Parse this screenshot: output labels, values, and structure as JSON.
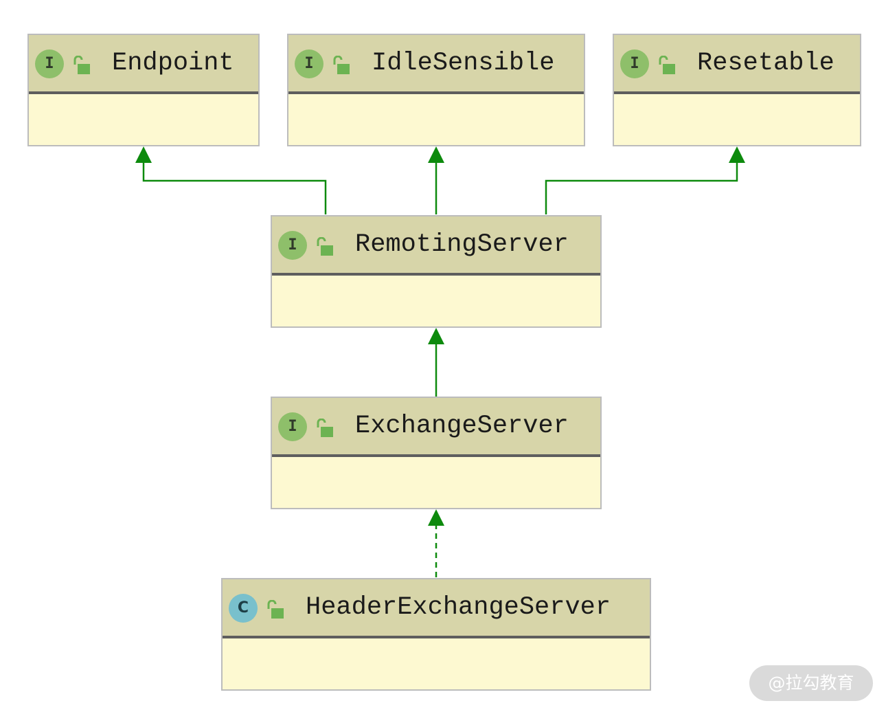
{
  "colors": {
    "header_bg": "#d7d5a9",
    "body_bg": "#fdf9d1",
    "divider": "#5e5e5e",
    "interface_icon": "#8ebf6a",
    "class_icon": "#79c0cc",
    "lock_icon": "#6cb352",
    "arrow": "#0d8a0d"
  },
  "nodes": {
    "endpoint": {
      "kind_letter": "I",
      "kind": "interface",
      "name": "Endpoint"
    },
    "idle_sensible": {
      "kind_letter": "I",
      "kind": "interface",
      "name": "IdleSensible"
    },
    "resetable": {
      "kind_letter": "I",
      "kind": "interface",
      "name": "Resetable"
    },
    "remoting_server": {
      "kind_letter": "I",
      "kind": "interface",
      "name": "RemotingServer"
    },
    "exchange_server": {
      "kind_letter": "I",
      "kind": "interface",
      "name": "ExchangeServer"
    },
    "header_exchange_server": {
      "kind_letter": "C",
      "kind": "class",
      "name": "HeaderExchangeServer"
    }
  },
  "edges": [
    {
      "from": "remoting_server",
      "to": "endpoint",
      "type": "extends"
    },
    {
      "from": "remoting_server",
      "to": "idle_sensible",
      "type": "extends"
    },
    {
      "from": "remoting_server",
      "to": "resetable",
      "type": "extends"
    },
    {
      "from": "exchange_server",
      "to": "remoting_server",
      "type": "extends"
    },
    {
      "from": "header_exchange_server",
      "to": "exchange_server",
      "type": "implements"
    }
  ],
  "watermark": "@拉勾教育",
  "icons": {
    "visibility": "unlocked-padlock-icon"
  }
}
